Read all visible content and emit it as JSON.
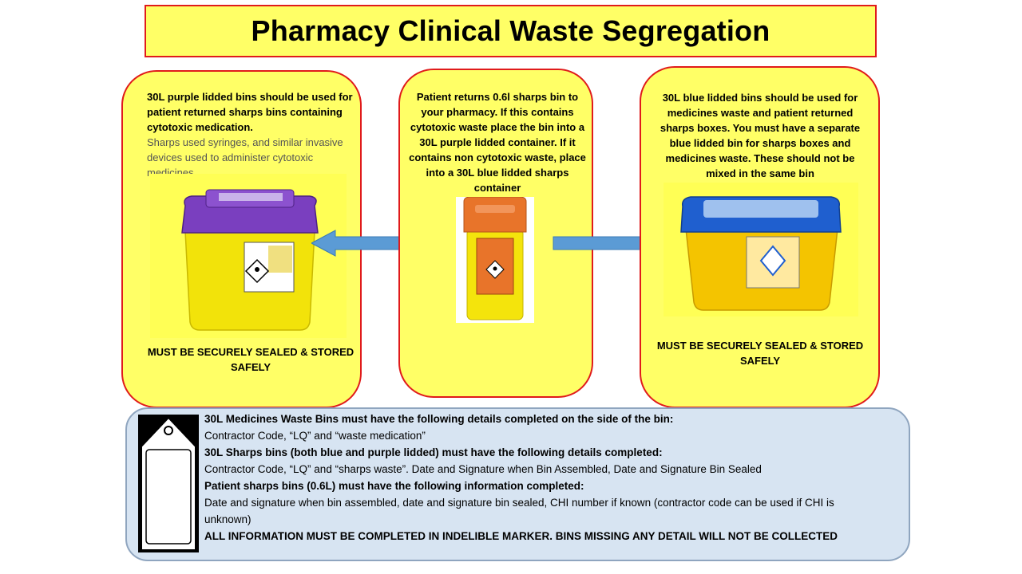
{
  "title": "Pharmacy Clinical Waste Segregation",
  "left_panel": {
    "bold_text": "30L purple lidded bins should be used for patient returned sharps bins containing cytotoxic medication.",
    "light_text": "Sharps used syringes, and similar invasive devices used to administer cytotoxic medicines.",
    "seal_text": "MUST BE SECURELY SEALED & STORED SAFELY",
    "image_alt": "purple-lidded-sharps-bin"
  },
  "center_panel": {
    "text": "Patient returns 0.6l sharps bin to your pharmacy.  If this contains cytotoxic waste place the bin into a 30L purple lidded container.  If it contains non cytotoxic waste, place into a 30L blue lidded sharps container",
    "image_alt": "orange-lidded-0.6l-sharps-bin"
  },
  "right_panel": {
    "text": "30L blue lidded bins should be used for medicines waste and patient returned sharps boxes.  You must have a separate blue lidded bin for sharps boxes and medicines waste.  These should not be mixed in the same bin",
    "seal_text": "MUST BE SECURELY SEALED & STORED SAFELY",
    "image_alt": "blue-lidded-sharps-bin"
  },
  "info_box": {
    "line1": " 30L Medicines Waste Bins must have the following details completed on the side of the bin:",
    "line2": "Contractor Code, “LQ” and “waste medication”",
    "line3": "30L Sharps bins (both blue and purple lidded) must have the following details completed:",
    "line4": "Contractor Code, “LQ” and “sharps waste”. Date and Signature when Bin Assembled, Date and Signature Bin Sealed",
    "line5": "Patient sharps bins (0.6L) must have the following information completed:",
    "line6": "Date and signature when bin assembled, date and signature bin sealed, CHI number if known (contractor code can be used if CHI is unknown)",
    "line7": "ALL INFORMATION MUST BE COMPLETED IN INDELIBLE MARKER.  BINS MISSING ANY DETAIL WILL NOT BE COLLECTED"
  },
  "colors": {
    "panel_fill": "#ffff66",
    "panel_border": "#e01b1b",
    "arrow": "#5b9bd5",
    "info_fill": "#d7e4f2",
    "purple_lid": "#7a3fbf",
    "blue_lid": "#1f5fcf",
    "orange_lid": "#e8742a"
  }
}
